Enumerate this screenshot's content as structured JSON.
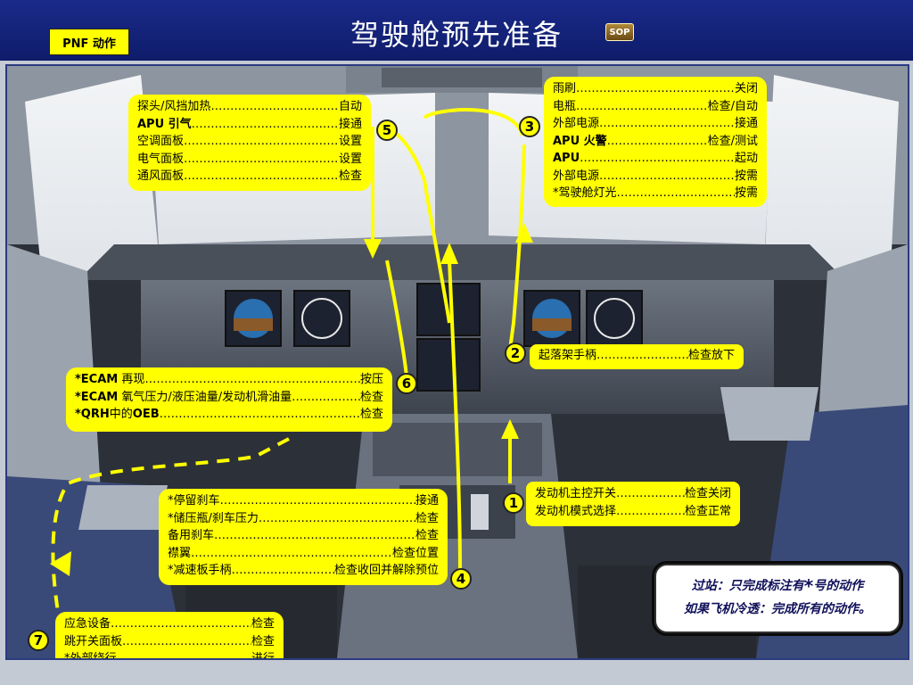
{
  "title": "驾驶舱预先准备",
  "pnf_label": "PNF 动作",
  "sop_label": "SOP",
  "badges": [
    "1",
    "2",
    "3",
    "4",
    "5",
    "6",
    "7"
  ],
  "box5": {
    "rows": [
      {
        "label": "探头/风挡加热",
        "value": "自动"
      },
      {
        "label": "APU 引气",
        "value": "接通"
      },
      {
        "label": "空调面板",
        "value": "设置"
      },
      {
        "label": "电气面板",
        "value": "设置"
      },
      {
        "label": "通风面板",
        "value": "检查"
      }
    ]
  },
  "box3": {
    "rows": [
      {
        "label": "雨刷",
        "value": "关闭"
      },
      {
        "label": "电瓶",
        "value": "检查/自动"
      },
      {
        "label": "外部电源",
        "value": "接通"
      },
      {
        "label": "APU 火警",
        "value": "检查/测试"
      },
      {
        "label": "APU",
        "value": "起动"
      },
      {
        "label": "外部电源",
        "value": "按需"
      },
      {
        "label": "*驾驶舱灯光",
        "value": "按需"
      }
    ]
  },
  "box2": {
    "rows": [
      {
        "label": "起落架手柄",
        "value": "检查放下"
      }
    ]
  },
  "box6": {
    "rows": [
      {
        "label": "*ECAM 再现",
        "value": "按压"
      },
      {
        "label": "*ECAM 氧气压力/液压油量/发动机滑油量",
        "value": "检查"
      },
      {
        "label": "*QRH中的OEB",
        "value": "检查"
      }
    ]
  },
  "box1": {
    "rows": [
      {
        "label": "发动机主控开关",
        "value": "检查关闭"
      },
      {
        "label": "发动机模式选择",
        "value": "检查正常"
      }
    ]
  },
  "box4": {
    "rows": [
      {
        "label": "*停留刹车",
        "value": "接通"
      },
      {
        "label": "*储压瓶/刹车压力",
        "value": "检查"
      },
      {
        "label": "备用刹车",
        "value": "检查"
      },
      {
        "label": "襟翼",
        "value": "检查位置"
      },
      {
        "label": "*减速板手柄",
        "value": "检查收回并解除预位"
      }
    ]
  },
  "box7": {
    "rows": [
      {
        "label": "应急设备",
        "value": "检查"
      },
      {
        "label": "跳开关面板",
        "value": "检查"
      },
      {
        "label": "*外部绕行",
        "value": "进行"
      }
    ]
  },
  "note": {
    "line1_pre": "过站：只完成标注有",
    "star": "*",
    "line1_post": "号的动作",
    "line2": "如果飞机冷透：完成所有的动作。"
  },
  "colors": {
    "header": "#1a2a8a",
    "highlight": "#ffff00",
    "note_text": "#10105a"
  }
}
